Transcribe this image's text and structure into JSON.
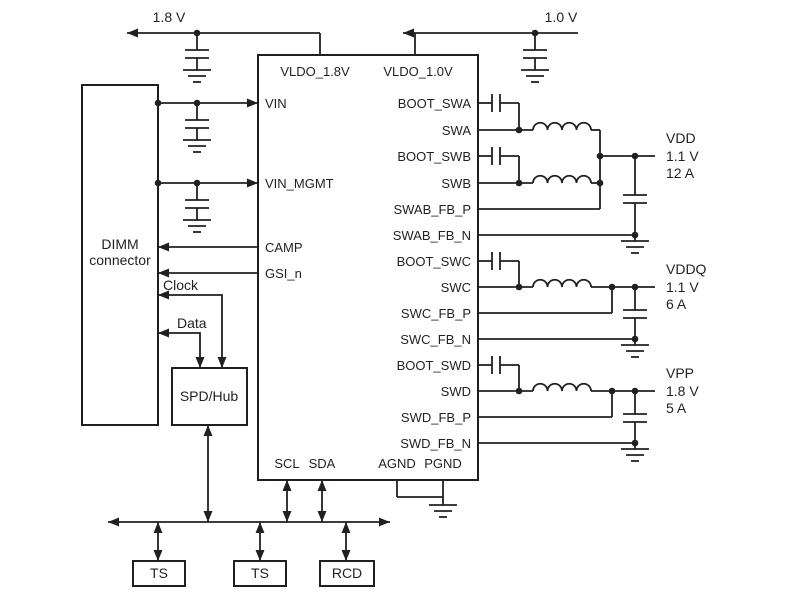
{
  "schematic": {
    "rails": {
      "v18": "1.8 V",
      "v10": "1.0 V"
    },
    "pmic": {
      "top_left_pin": "VLDO_1.8V",
      "top_right_pin": "VLDO_1.0V",
      "left_pins": [
        "VIN",
        "VIN_MGMT",
        "CAMP",
        "GSI_n"
      ],
      "right_pins": [
        "BOOT_SWA",
        "SWA",
        "BOOT_SWB",
        "SWB",
        "SWAB_FB_P",
        "SWAB_FB_N",
        "BOOT_SWC",
        "SWC",
        "SWC_FB_P",
        "SWC_FB_N",
        "BOOT_SWD",
        "SWD",
        "SWD_FB_P",
        "SWD_FB_N"
      ],
      "bottom_pins": [
        "SCL",
        "SDA",
        "AGND",
        "PGND"
      ]
    },
    "dimm_connector": {
      "line1": "DIMM",
      "line2": "connector"
    },
    "spd_hub": "SPD/Hub",
    "bus_labels": {
      "clock": "Clock",
      "data": "Data"
    },
    "devices": [
      "TS",
      "TS",
      "RCD"
    ],
    "outputs": [
      {
        "name": "VDD",
        "voltage": "1.1 V",
        "current": "12 A"
      },
      {
        "name": "VDDQ",
        "voltage": "1.1 V",
        "current": "6 A"
      },
      {
        "name": "VPP",
        "voltage": "1.8 V",
        "current": "5 A"
      }
    ],
    "colors": {
      "ink": "#231f20",
      "background": "#ffffff"
    }
  }
}
